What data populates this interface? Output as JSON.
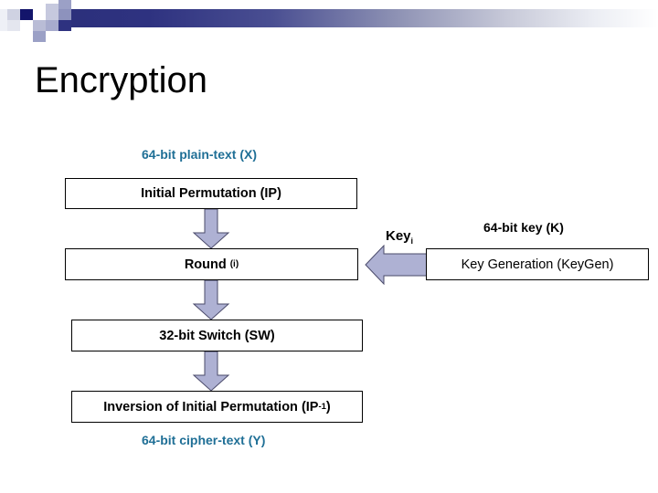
{
  "header": {
    "banner_name": "decorative-gradient-banner",
    "gradient_from": "#2b2f7a",
    "gradient_to": "#ffffff",
    "accent_dark": "#13156b"
  },
  "title": "Encryption",
  "theme": {
    "caption_blue": "#1f6f96",
    "arrow_fill": "#aeb1d3",
    "arrow_stroke": "#4a4a6a",
    "box_border": "#000000",
    "text_black": "#000000"
  },
  "diagram": {
    "labels": {
      "plaintext": "64-bit plain-text (X)",
      "ciphertext": "64-bit cipher-text (Y)",
      "key_64bit": "64-bit key (K)",
      "key_i_base": "Key",
      "key_i_sub": "i"
    },
    "boxes": {
      "initial_permutation": "Initial Permutation (IP)",
      "round_base": "Round",
      "round_sub": "(i)",
      "switch": "32-bit Switch (SW)",
      "inversion_base": "Inversion of Initial Permutation (IP",
      "inversion_sup": "-1",
      "inversion_tail": ")",
      "key_generation": "Key Generation (KeyGen)"
    },
    "arrows": [
      {
        "name": "arrow-ip-to-round",
        "direction": "down"
      },
      {
        "name": "arrow-round-to-switch",
        "direction": "down"
      },
      {
        "name": "arrow-switch-to-inv",
        "direction": "down"
      },
      {
        "name": "arrow-key-left",
        "direction": "left"
      }
    ]
  }
}
